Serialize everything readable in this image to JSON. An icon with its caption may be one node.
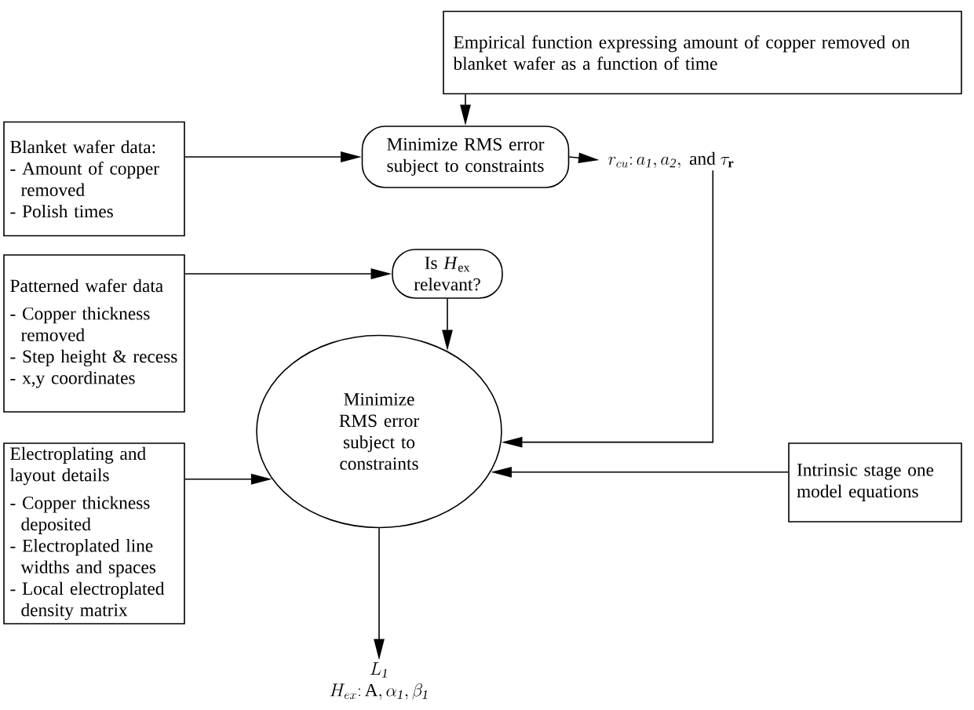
{
  "diagram": {
    "nodes": [
      {
        "text": [
          "Blanket wafer data:",
          "- Amount of copper removed",
          "- Polish times"
        ]
      },
      {
        "text": [
          "Empirical function expressing amount of copper removed on blanket wafer as a function of time"
        ]
      },
      {
        "text": [
          "Minimize RMS error subject to constraints"
        ]
      },
      {
        "text": [
          "r_{cu}\\colon a_{\\mathit{1}}, a_{\\mathit{2}}, \\mbox{ and } \\tau_{\\mathbf{r}}"
        ]
      },
      {
        "text": [
          "Patterned wafer data",
          "- Copper thickness removed",
          "- Step height & recess",
          "- x,y coordinates"
        ]
      },
      {
        "text": [
          "Is *H*$_{ex}$ relevant?"
        ]
      },
      {
        "text": [
          "Minimize RMS error subject to constraints"
        ]
      },
      {
        "text": [
          "Intrinsic stage one model equations"
        ]
      },
      {
        "text": [
          "Electroplating and layout details",
          "- Copper thickness deposited",
          "- Electroplated line widths and spaces",
          "- Local electroplated density matrix"
        ]
      },
      {
        "text": [
          "L_{\\mathit{1}}",
          "H_{ex}\\colon \\mathrm{A}, \\alpha_{\\mathit{1}}, \\beta_{\\mathit{1}}"
        ]
      }
    ],
    "edges": [
      {
        "from": 0,
        "to": 2,
        "arrow": "to"
      },
      {
        "from": 1,
        "to": 2,
        "arrow": "to"
      },
      {
        "from": 2,
        "to": 3,
        "arrow": "to"
      },
      {
        "from": 4,
        "to": 5,
        "arrow": "to"
      },
      {
        "from": 5,
        "to": 6,
        "arrow": "to"
      },
      {
        "from": 3,
        "to": 6,
        "arrow": "to"
      },
      {
        "from": 7,
        "to": 6,
        "arrow": "to"
      },
      {
        "from": 8,
        "to": 6,
        "arrow": "to"
      },
      {
        "from": 6,
        "to": 9,
        "arrow": "to"
      }
    ]
  }
}
